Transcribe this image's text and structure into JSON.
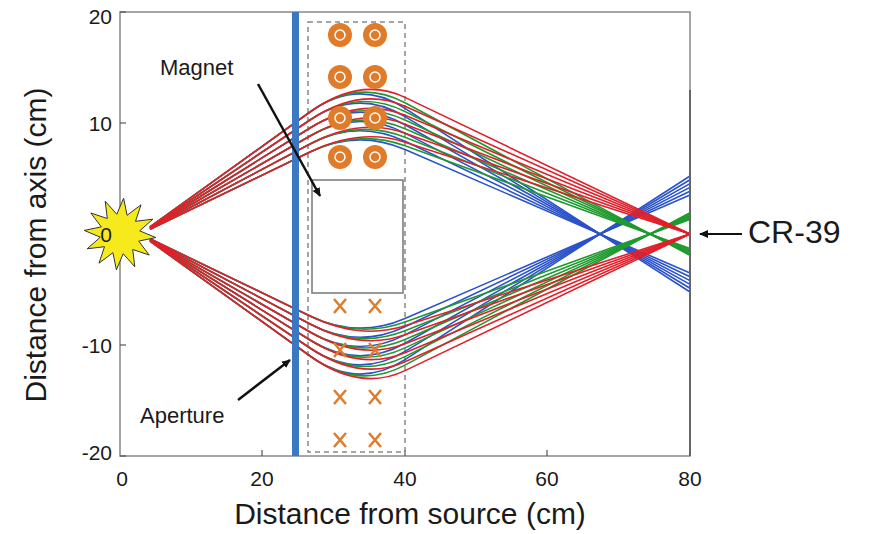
{
  "diagram": {
    "labels": [
      "Magnet",
      "Aperture",
      "CR-39",
      "Distance from axis (cm)",
      "Distance from source (cm)",
      "20",
      "10",
      "0",
      "-10",
      "-20",
      "0",
      "20",
      "40",
      "60",
      "80"
    ]
  }
}
